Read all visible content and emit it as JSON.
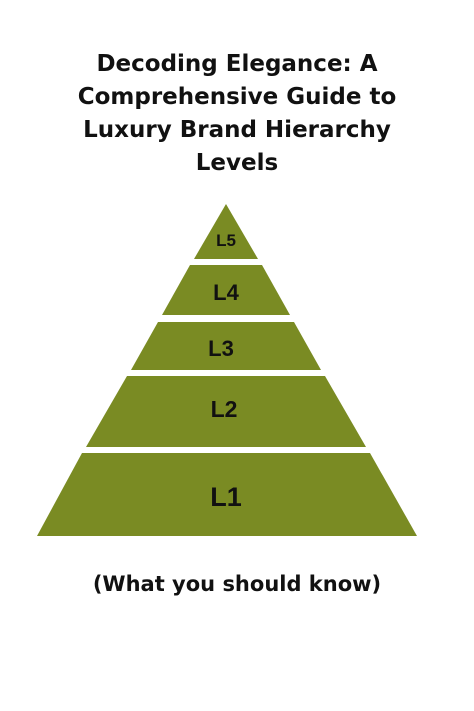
{
  "title": {
    "lines": [
      "Decoding Elegance: A",
      "Comprehensive Guide to",
      "Luxury Brand Hierarchy",
      "Levels"
    ]
  },
  "pyramid": {
    "fill_color": "#7a8b23",
    "gap_color": "#ffffff",
    "levels_top_to_bottom": [
      "L5",
      "L4",
      "L3",
      "L2",
      "L1"
    ]
  },
  "subtitle": "(What you should know)"
}
